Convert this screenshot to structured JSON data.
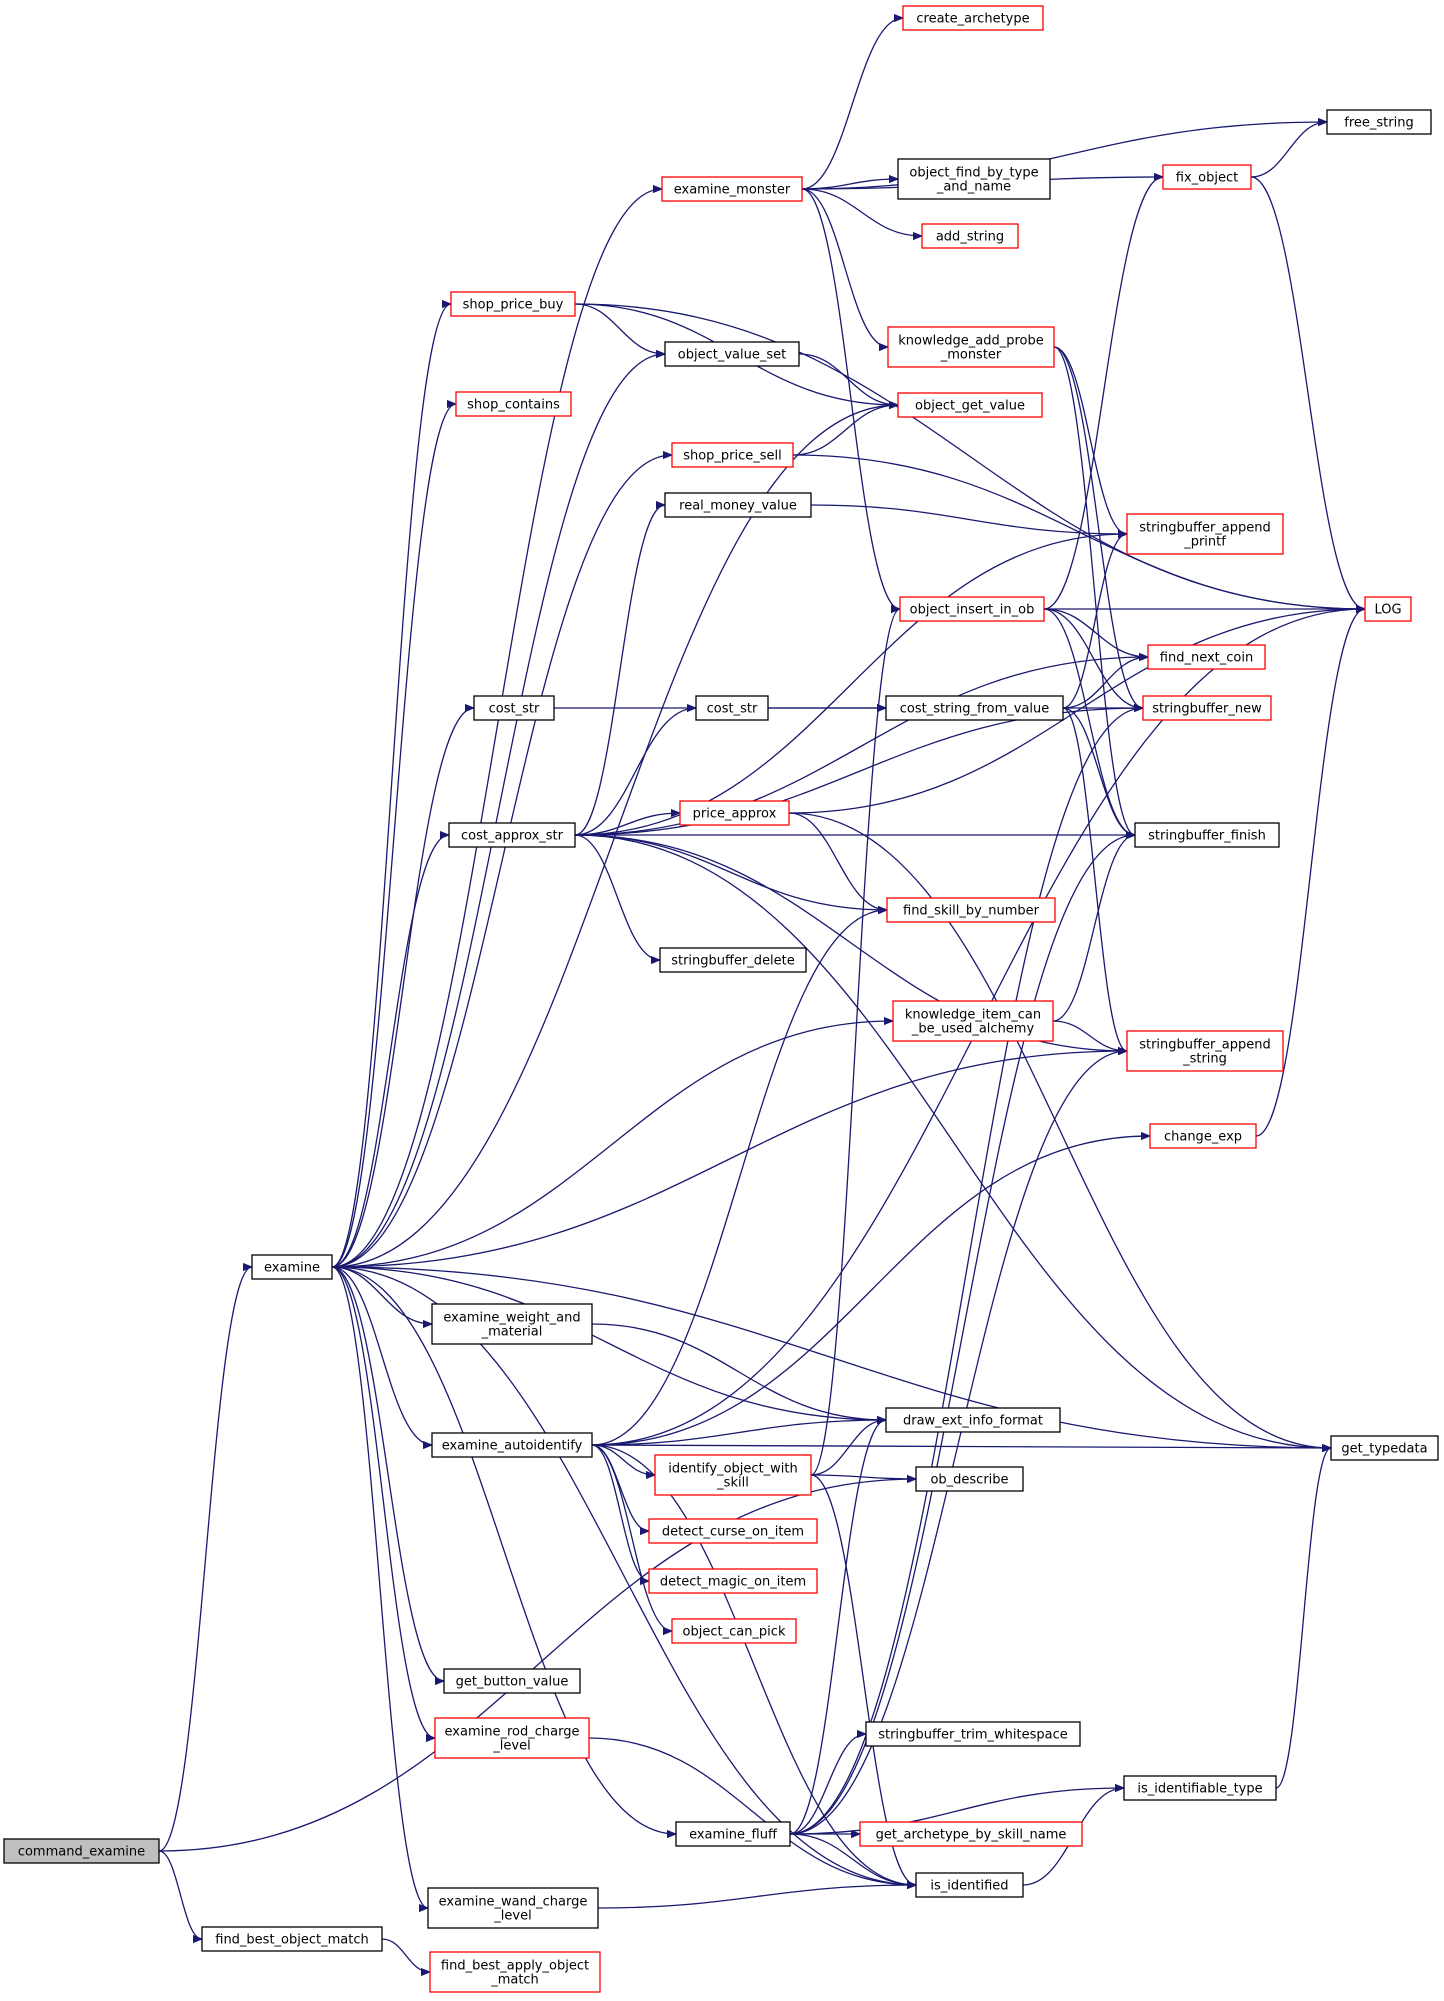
{
  "diagram": {
    "nodes": [
      {
        "id": "command_examine",
        "lines": [
          "command_examine"
        ],
        "color": "black",
        "root": true
      },
      {
        "id": "examine",
        "lines": [
          "examine"
        ],
        "color": "black"
      },
      {
        "id": "find_best_object_match",
        "lines": [
          "find_best_object_match"
        ],
        "color": "black"
      },
      {
        "id": "find_best_apply_object_match",
        "lines": [
          "find_best_apply_object",
          "_match"
        ],
        "color": "red"
      },
      {
        "id": "examine_monster",
        "lines": [
          "examine_monster"
        ],
        "color": "red"
      },
      {
        "id": "create_archetype",
        "lines": [
          "create_archetype"
        ],
        "color": "red"
      },
      {
        "id": "free_string",
        "lines": [
          "free_string"
        ],
        "color": "black"
      },
      {
        "id": "fix_object",
        "lines": [
          "fix_object"
        ],
        "color": "red"
      },
      {
        "id": "object_find_by_type_and_name",
        "lines": [
          "object_find_by_type",
          "_and_name"
        ],
        "color": "black"
      },
      {
        "id": "add_string",
        "lines": [
          "add_string"
        ],
        "color": "red"
      },
      {
        "id": "shop_price_buy",
        "lines": [
          "shop_price_buy"
        ],
        "color": "red"
      },
      {
        "id": "knowledge_add_probe_monster",
        "lines": [
          "knowledge_add_probe",
          "_monster"
        ],
        "color": "red"
      },
      {
        "id": "object_value_set",
        "lines": [
          "object_value_set"
        ],
        "color": "black"
      },
      {
        "id": "shop_contains",
        "lines": [
          "shop_contains"
        ],
        "color": "red"
      },
      {
        "id": "object_get_value",
        "lines": [
          "object_get_value"
        ],
        "color": "red"
      },
      {
        "id": "shop_price_sell",
        "lines": [
          "shop_price_sell"
        ],
        "color": "red"
      },
      {
        "id": "real_money_value",
        "lines": [
          "real_money_value"
        ],
        "color": "black"
      },
      {
        "id": "stringbuffer_append_printf",
        "lines": [
          "stringbuffer_append",
          "_printf"
        ],
        "color": "red"
      },
      {
        "id": "object_insert_in_ob",
        "lines": [
          "object_insert_in_ob"
        ],
        "color": "red"
      },
      {
        "id": "LOG",
        "lines": [
          "LOG"
        ],
        "color": "red"
      },
      {
        "id": "find_next_coin",
        "lines": [
          "find_next_coin"
        ],
        "color": "red"
      },
      {
        "id": "cost_str_a",
        "lines": [
          "cost_str"
        ],
        "color": "black"
      },
      {
        "id": "cost_str_b",
        "lines": [
          "cost_str"
        ],
        "color": "black"
      },
      {
        "id": "cost_string_from_value",
        "lines": [
          "cost_string_from_value"
        ],
        "color": "black"
      },
      {
        "id": "stringbuffer_new",
        "lines": [
          "stringbuffer_new"
        ],
        "color": "red"
      },
      {
        "id": "price_approx",
        "lines": [
          "price_approx"
        ],
        "color": "red"
      },
      {
        "id": "cost_approx_str",
        "lines": [
          "cost_approx_str"
        ],
        "color": "black"
      },
      {
        "id": "stringbuffer_finish",
        "lines": [
          "stringbuffer_finish"
        ],
        "color": "black"
      },
      {
        "id": "find_skill_by_number",
        "lines": [
          "find_skill_by_number"
        ],
        "color": "red"
      },
      {
        "id": "stringbuffer_delete",
        "lines": [
          "stringbuffer_delete"
        ],
        "color": "black"
      },
      {
        "id": "knowledge_item_can_be_used_alchemy",
        "lines": [
          "knowledge_item_can",
          "_be_used_alchemy"
        ],
        "color": "red"
      },
      {
        "id": "stringbuffer_append_string",
        "lines": [
          "stringbuffer_append",
          "_string"
        ],
        "color": "red"
      },
      {
        "id": "change_exp",
        "lines": [
          "change_exp"
        ],
        "color": "red"
      },
      {
        "id": "examine_weight_and_material",
        "lines": [
          "examine_weight_and",
          "_material"
        ],
        "color": "black"
      },
      {
        "id": "draw_ext_info_format",
        "lines": [
          "draw_ext_info_format"
        ],
        "color": "black"
      },
      {
        "id": "examine_autoidentify",
        "lines": [
          "examine_autoidentify"
        ],
        "color": "black"
      },
      {
        "id": "get_typedata",
        "lines": [
          "get_typedata"
        ],
        "color": "black"
      },
      {
        "id": "identify_object_with_skill",
        "lines": [
          "identify_object_with",
          "_skill"
        ],
        "color": "red"
      },
      {
        "id": "ob_describe",
        "lines": [
          "ob_describe"
        ],
        "color": "black"
      },
      {
        "id": "detect_curse_on_item",
        "lines": [
          "detect_curse_on_item"
        ],
        "color": "red"
      },
      {
        "id": "detect_magic_on_item",
        "lines": [
          "detect_magic_on_item"
        ],
        "color": "red"
      },
      {
        "id": "object_can_pick",
        "lines": [
          "object_can_pick"
        ],
        "color": "red"
      },
      {
        "id": "get_button_value",
        "lines": [
          "get_button_value"
        ],
        "color": "black"
      },
      {
        "id": "examine_rod_charge_level",
        "lines": [
          "examine_rod_charge",
          "_level"
        ],
        "color": "red"
      },
      {
        "id": "stringbuffer_trim_whitespace",
        "lines": [
          "stringbuffer_trim_whitespace"
        ],
        "color": "black"
      },
      {
        "id": "is_identifiable_type",
        "lines": [
          "is_identifiable_type"
        ],
        "color": "black"
      },
      {
        "id": "examine_fluff",
        "lines": [
          "examine_fluff"
        ],
        "color": "black"
      },
      {
        "id": "get_archetype_by_skill_name",
        "lines": [
          "get_archetype_by_skill_name"
        ],
        "color": "red"
      },
      {
        "id": "is_identified",
        "lines": [
          "is_identified"
        ],
        "color": "black"
      },
      {
        "id": "examine_wand_charge_level",
        "lines": [
          "examine_wand_charge",
          "_level"
        ],
        "color": "black"
      }
    ],
    "edges": [
      [
        "command_examine",
        "examine"
      ],
      [
        "command_examine",
        "find_best_object_match"
      ],
      [
        "command_examine",
        "ob_describe"
      ],
      [
        "find_best_object_match",
        "find_best_apply_object_match"
      ],
      [
        "examine",
        "examine_monster"
      ],
      [
        "examine",
        "shop_price_buy"
      ],
      [
        "examine",
        "object_value_set"
      ],
      [
        "examine",
        "shop_contains"
      ],
      [
        "examine",
        "object_get_value"
      ],
      [
        "examine",
        "shop_price_sell"
      ],
      [
        "examine",
        "cost_str_a"
      ],
      [
        "examine",
        "cost_approx_str"
      ],
      [
        "examine",
        "knowledge_item_can_be_used_alchemy"
      ],
      [
        "examine",
        "examine_weight_and_material"
      ],
      [
        "examine",
        "draw_ext_info_format"
      ],
      [
        "examine",
        "examine_autoidentify"
      ],
      [
        "examine",
        "get_typedata"
      ],
      [
        "examine",
        "get_button_value"
      ],
      [
        "examine",
        "examine_rod_charge_level"
      ],
      [
        "examine",
        "examine_fluff"
      ],
      [
        "examine",
        "examine_wand_charge_level"
      ],
      [
        "examine",
        "is_identified"
      ],
      [
        "examine",
        "stringbuffer_append_string"
      ],
      [
        "examine_monster",
        "create_archetype"
      ],
      [
        "examine_monster",
        "free_string"
      ],
      [
        "examine_monster",
        "fix_object"
      ],
      [
        "examine_monster",
        "object_find_by_type_and_name"
      ],
      [
        "examine_monster",
        "add_string"
      ],
      [
        "examine_monster",
        "knowledge_add_probe_monster"
      ],
      [
        "examine_monster",
        "object_insert_in_ob"
      ],
      [
        "fix_object",
        "free_string"
      ],
      [
        "fix_object",
        "LOG"
      ],
      [
        "shop_price_buy",
        "object_value_set"
      ],
      [
        "shop_price_buy",
        "object_get_value"
      ],
      [
        "shop_price_buy",
        "LOG"
      ],
      [
        "object_value_set",
        "object_get_value"
      ],
      [
        "shop_price_sell",
        "object_get_value"
      ],
      [
        "shop_price_sell",
        "LOG"
      ],
      [
        "knowledge_add_probe_monster",
        "stringbuffer_append_printf"
      ],
      [
        "knowledge_add_probe_monster",
        "stringbuffer_new"
      ],
      [
        "knowledge_add_probe_monster",
        "stringbuffer_finish"
      ],
      [
        "real_money_value",
        "stringbuffer_append_printf"
      ],
      [
        "object_insert_in_ob",
        "fix_object"
      ],
      [
        "object_insert_in_ob",
        "LOG"
      ],
      [
        "object_insert_in_ob",
        "find_next_coin"
      ],
      [
        "object_insert_in_ob",
        "stringbuffer_new"
      ],
      [
        "object_insert_in_ob",
        "stringbuffer_finish"
      ],
      [
        "cost_str_a",
        "cost_string_from_value"
      ],
      [
        "cost_str_b",
        "cost_string_from_value"
      ],
      [
        "cost_string_from_value",
        "find_next_coin"
      ],
      [
        "cost_string_from_value",
        "stringbuffer_new"
      ],
      [
        "cost_string_from_value",
        "stringbuffer_append_printf"
      ],
      [
        "cost_string_from_value",
        "stringbuffer_finish"
      ],
      [
        "cost_string_from_value",
        "stringbuffer_append_string"
      ],
      [
        "cost_approx_str",
        "real_money_value"
      ],
      [
        "cost_approx_str",
        "stringbuffer_append_printf"
      ],
      [
        "cost_approx_str",
        "find_next_coin"
      ],
      [
        "cost_approx_str",
        "cost_str_b"
      ],
      [
        "cost_approx_str",
        "stringbuffer_new"
      ],
      [
        "cost_approx_str",
        "price_approx"
      ],
      [
        "cost_approx_str",
        "find_skill_by_number"
      ],
      [
        "cost_approx_str",
        "stringbuffer_delete"
      ],
      [
        "cost_approx_str",
        "stringbuffer_finish"
      ],
      [
        "cost_approx_str",
        "stringbuffer_append_string"
      ],
      [
        "cost_approx_str",
        "get_typedata"
      ],
      [
        "price_approx",
        "LOG"
      ],
      [
        "price_approx",
        "find_skill_by_number"
      ],
      [
        "price_approx",
        "get_typedata"
      ],
      [
        "knowledge_item_can_be_used_alchemy",
        "stringbuffer_finish"
      ],
      [
        "knowledge_item_can_be_used_alchemy",
        "stringbuffer_append_string"
      ],
      [
        "change_exp",
        "LOG"
      ],
      [
        "examine_weight_and_material",
        "draw_ext_info_format"
      ],
      [
        "examine_autoidentify",
        "find_skill_by_number"
      ],
      [
        "examine_autoidentify",
        "change_exp"
      ],
      [
        "examine_autoidentify",
        "LOG"
      ],
      [
        "examine_autoidentify",
        "draw_ext_info_format"
      ],
      [
        "examine_autoidentify",
        "identify_object_with_skill"
      ],
      [
        "examine_autoidentify",
        "detect_curse_on_item"
      ],
      [
        "examine_autoidentify",
        "detect_magic_on_item"
      ],
      [
        "examine_autoidentify",
        "object_can_pick"
      ],
      [
        "examine_autoidentify",
        "get_typedata"
      ],
      [
        "examine_autoidentify",
        "is_identified"
      ],
      [
        "identify_object_with_skill",
        "object_insert_in_ob"
      ],
      [
        "identify_object_with_skill",
        "draw_ext_info_format"
      ],
      [
        "identify_object_with_skill",
        "ob_describe"
      ],
      [
        "identify_object_with_skill",
        "is_identified"
      ],
      [
        "examine_rod_charge_level",
        "is_identified"
      ],
      [
        "examine_wand_charge_level",
        "is_identified"
      ],
      [
        "examine_fluff",
        "stringbuffer_new"
      ],
      [
        "examine_fluff",
        "stringbuffer_finish"
      ],
      [
        "examine_fluff",
        "stringbuffer_append_string"
      ],
      [
        "examine_fluff",
        "draw_ext_info_format"
      ],
      [
        "examine_fluff",
        "stringbuffer_trim_whitespace"
      ],
      [
        "examine_fluff",
        "is_identifiable_type"
      ],
      [
        "examine_fluff",
        "get_archetype_by_skill_name"
      ],
      [
        "examine_fluff",
        "is_identified"
      ],
      [
        "is_identifiable_type",
        "get_typedata"
      ],
      [
        "is_identified",
        "is_identifiable_type"
      ]
    ]
  }
}
